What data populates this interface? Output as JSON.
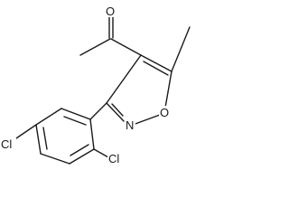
{
  "molecule": {
    "atoms": {
      "carbonyl_oxygen": "O",
      "ring_nitrogen": "N",
      "ring_oxygen": "O",
      "chlorine_ortho": "Cl",
      "chlorine_para": "Cl"
    }
  }
}
